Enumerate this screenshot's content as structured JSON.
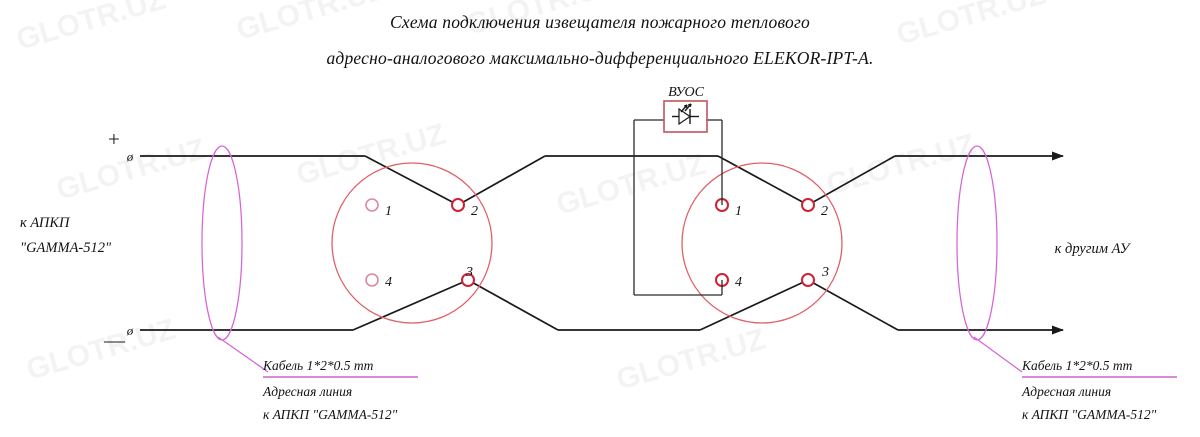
{
  "document": {
    "title_line1": "Схема подключения извещателя пожарного теплового",
    "title_line2": "адресно-аналогового максимально-дифференциального ELEKOR-IPT-A."
  },
  "left_panel": {
    "plus_sign": "+",
    "minus_sign": "—",
    "terminal_symbol_top": "ø",
    "terminal_symbol_bottom": "ø",
    "label_line1": "к АПКП",
    "label_line2": "\"GAMMA-512\""
  },
  "right_panel": {
    "label": "к другим АУ"
  },
  "component": {
    "vuos_label": "ВУОС",
    "vuos_icon": "led-icon"
  },
  "detectors": [
    {
      "name": "detector-1",
      "pins": [
        {
          "num": "1",
          "connected": false
        },
        {
          "num": "2",
          "connected": true
        },
        {
          "num": "3",
          "connected": true
        },
        {
          "num": "4",
          "connected": false
        }
      ]
    },
    {
      "name": "detector-2",
      "pins": [
        {
          "num": "1",
          "connected": true
        },
        {
          "num": "2",
          "connected": true
        },
        {
          "num": "3",
          "connected": true
        },
        {
          "num": "4",
          "connected": true
        }
      ]
    }
  ],
  "cable_notes": [
    {
      "name": "cable-note-left",
      "line1": "Кабель 1*2*0.5 mm",
      "line2": "Адресная линия",
      "line3": "к АПКП \"GAMMA-512\""
    },
    {
      "name": "cable-note-right",
      "line1": "Кабель 1*2*0.5 mm",
      "line2": "Адресная линия",
      "line3": "к АПКП \"GAMMA-512\""
    }
  ],
  "watermarks": [
    "GLOTR.UZ",
    "GLOTR.UZ",
    "GLOTR.UZ",
    "GLOTR.UZ",
    "GLOTR.UZ",
    "GLOTR.UZ",
    "GLOTR.UZ",
    "GLOTR.UZ",
    "GLOTR.UZ",
    "GLOTR.UZ"
  ],
  "colors": {
    "wire": "#1a1a1a",
    "detector_circle": "#e0606a",
    "pin_connected": "#cc2233",
    "pin_unconnected": "#d98a9e",
    "marker_ellipse": "#d664d6",
    "vuos_border": "#c0555f",
    "background": "#ffffff"
  }
}
